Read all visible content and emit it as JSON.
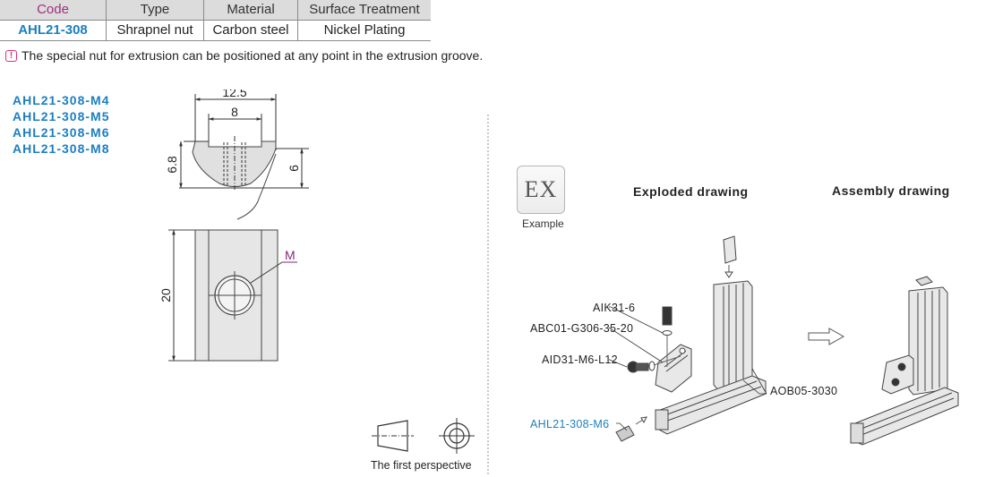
{
  "spec_table": {
    "headers": [
      "Code",
      "Type",
      "Material",
      "Surface Treatment"
    ],
    "rows": [
      [
        "AHL21-308",
        "Shrapnel nut",
        "Carbon steel",
        "Nickel Plating"
      ]
    ]
  },
  "note": {
    "icon": "exclamation-box-icon",
    "text": "The special nut for extrusion can be positioned at any point in the extrusion groove."
  },
  "variants": [
    "AHL21-308-M4",
    "AHL21-308-M5",
    "AHL21-308-M6",
    "AHL21-308-M8"
  ],
  "dimensions": {
    "overall_width": "12.5",
    "inner_width": "8",
    "height_left": "6.8",
    "height_right": "6",
    "length": "20",
    "thread_label": "M"
  },
  "projection": {
    "label": "The first perspective"
  },
  "example": {
    "badge_text": "EX",
    "badge_label": "Example",
    "exploded_title": "Exploded drawing",
    "assembly_title": "Assembly drawing",
    "callouts": {
      "screw": "AIK31-6",
      "bracket": "ABC01-G306-35-20",
      "bolt": "AID31-M6-L12",
      "profile": "AOB05-3030",
      "nut": "AHL21-308-M6"
    }
  },
  "colors": {
    "code_header": "#a0307e",
    "code_value": "#1b7fc1",
    "note_icon": "#e0307a",
    "header_bg": "#dcdcdc"
  }
}
